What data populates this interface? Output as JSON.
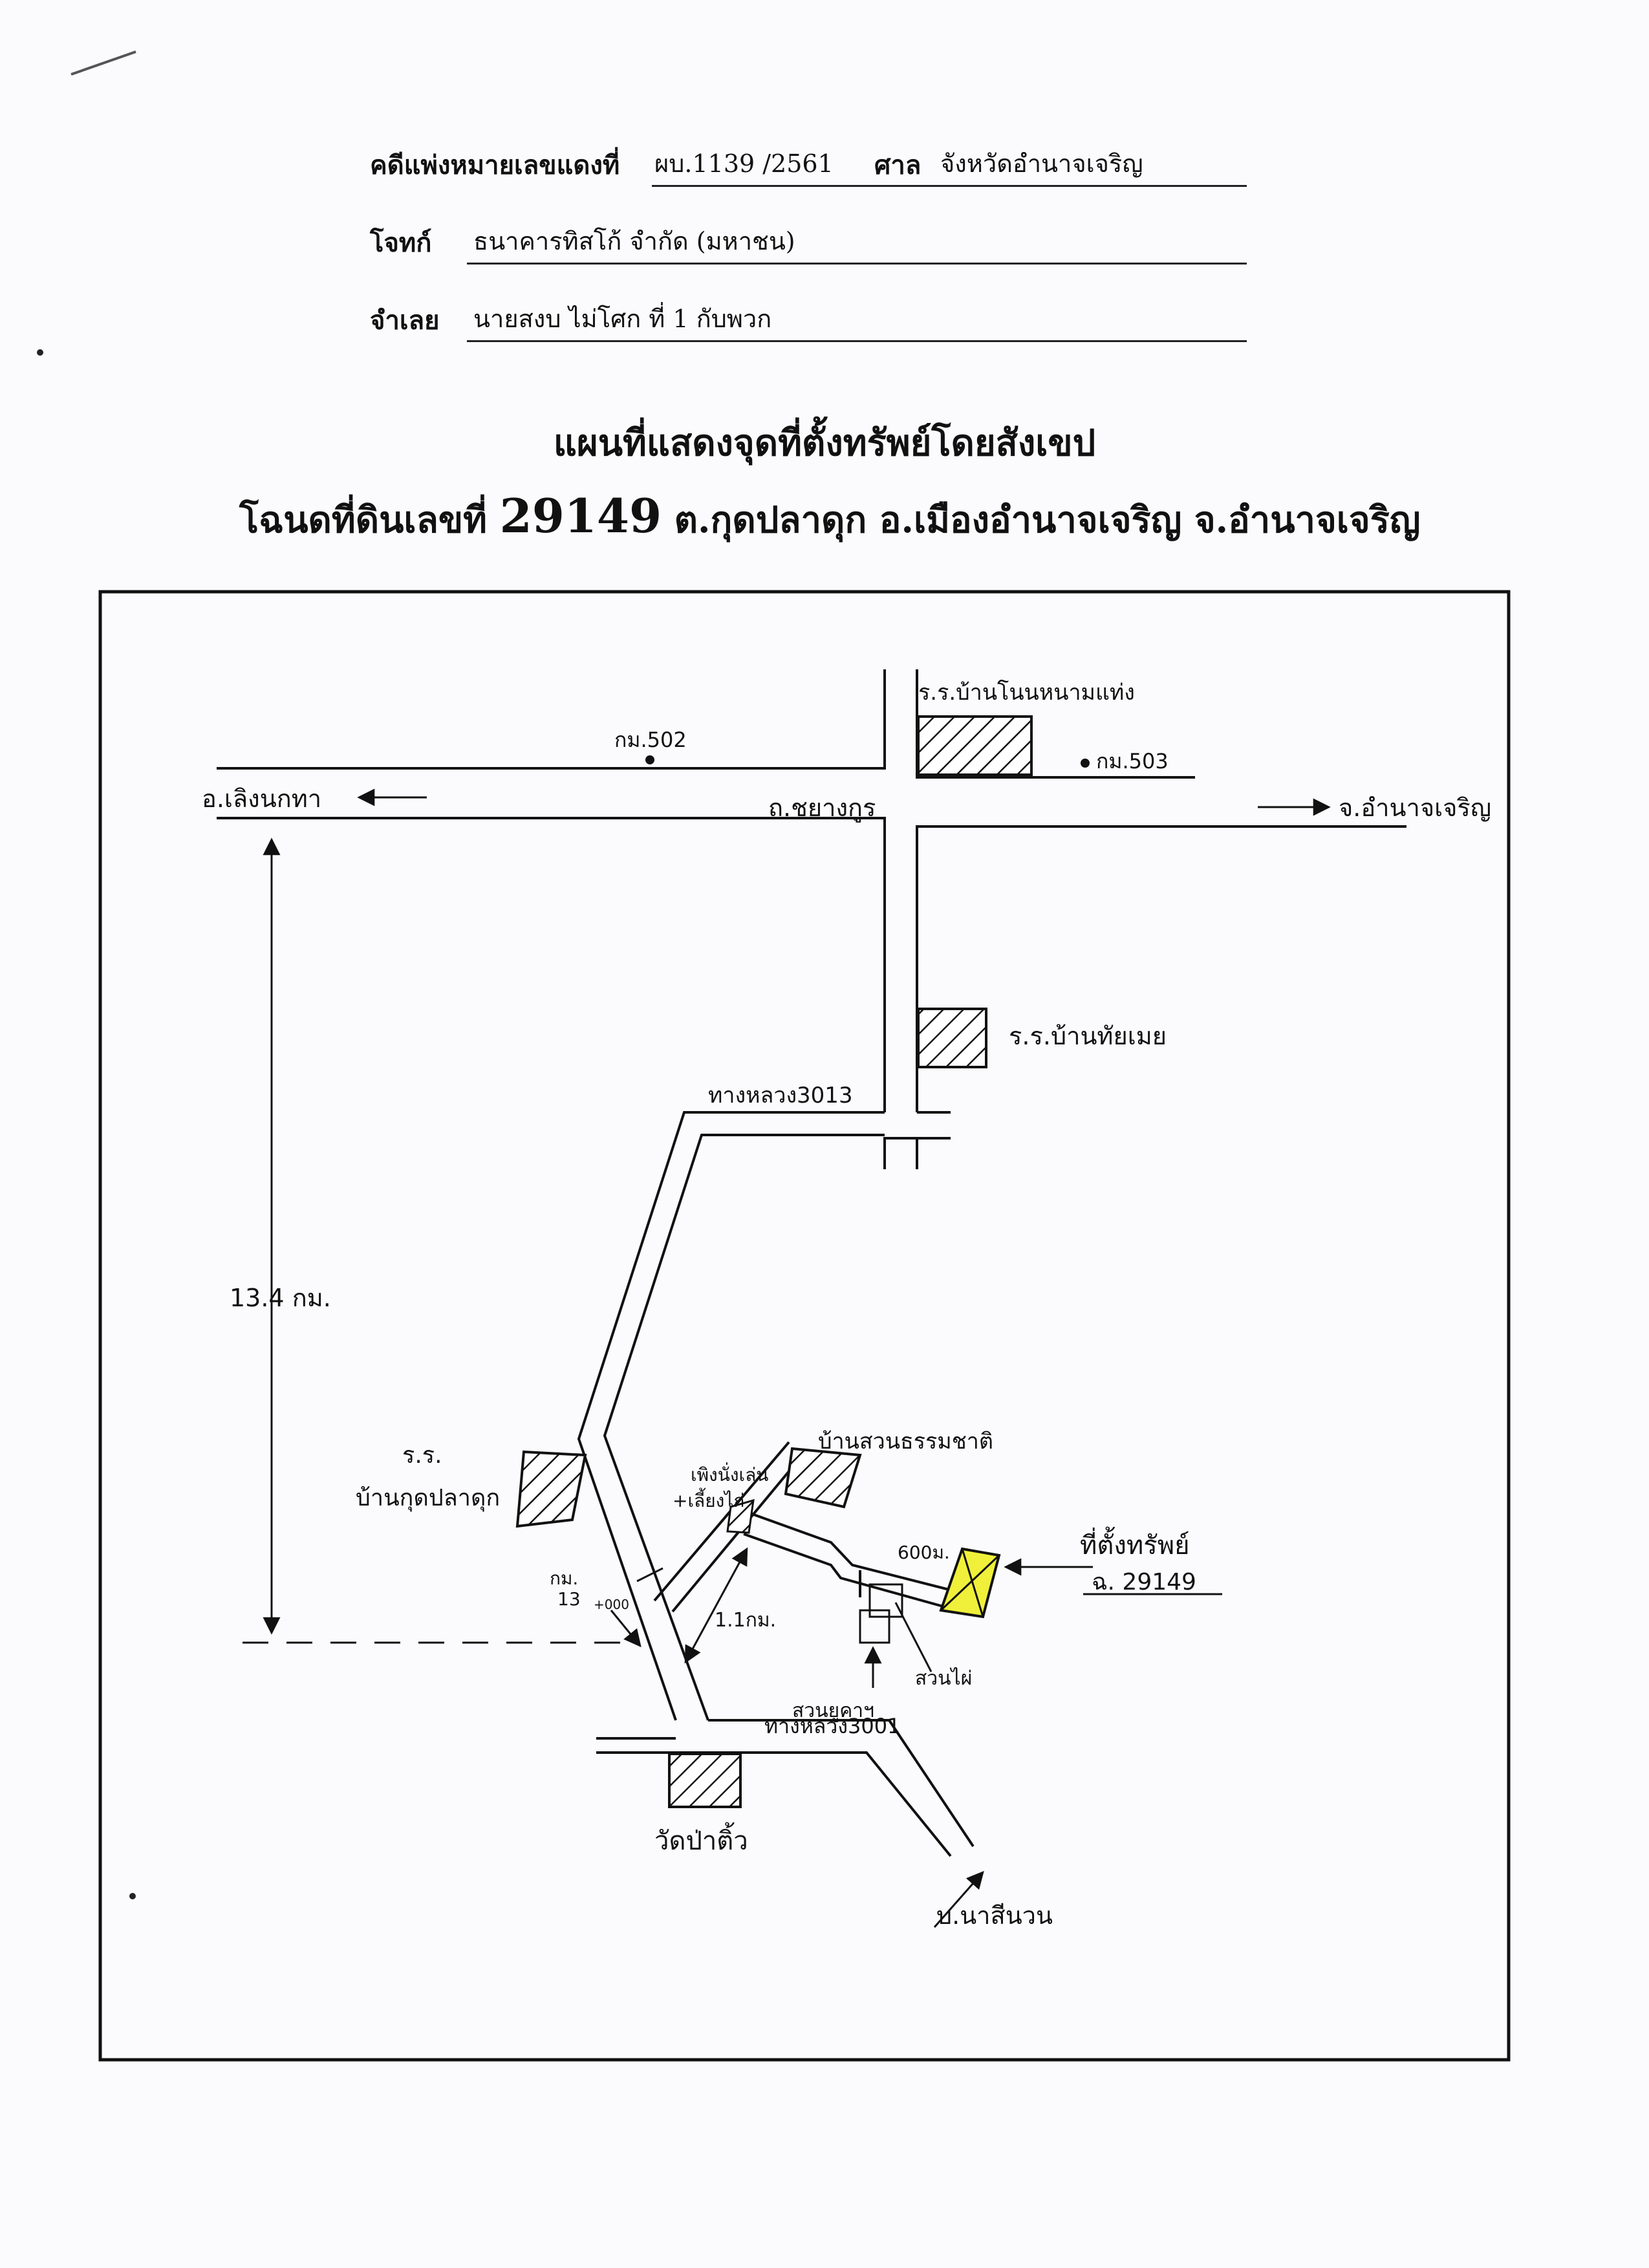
{
  "header": {
    "case_label": "คดีแพ่งหมายเลขแดงที่",
    "case_number": "ผบ.1139 /2561",
    "court_label": "ศาล",
    "court_value": "จังหวัดอำนาจเจริญ",
    "plaintiff_label": "โจทก์",
    "plaintiff_value": "ธนาคารทิสโก้ จำกัด (มหาชน)",
    "defendant_label": "จำเลย",
    "defendant_value": "นายสงบ  ไม่โศก ที่ 1 กับพวก"
  },
  "title": {
    "line1": "แผนที่แสดงจุดที่ตั้งทรัพย์โดยสังเขป",
    "line2_prefix": "โฉนดที่ดินเลขที่",
    "deed_number": "29149",
    "line2_suffix": "ต.กุดปลาดุก อ.เมืองอำนาจเจริญ จ.อำนาจเจริญ"
  },
  "map": {
    "school_top": "ร.ร.บ้านโนนหนามแท่ง",
    "km502": "กม.502",
    "km503": "กม.503",
    "left_dest": "อ.เลิงนกทา",
    "right_dest": "จ.อำนาจเจริญ",
    "main_road": "ถ.ชยางกูร",
    "school_mid": "ร.ร.บ้านทัยเมย",
    "highway_3013": "ทางหลวง3013",
    "distance_134": "13.4 กม.",
    "school_left_line1": "ร.ร.",
    "school_left_line2": "บ้านกุดปลาดุก",
    "village_park": "บ้านสวนธรรมชาติ",
    "shop_line1": "เพิงนั่งเล่น",
    "shop_line2": "+เลี้ยงไก่",
    "km13_line1": "กม.",
    "km13_line2": "13",
    "km13_line3": "+000",
    "distance_11": "1.1กม.",
    "distance_600": "600ม.",
    "property_line1": "ที่ตั้งทรัพย์",
    "property_line2": "ฉ. 29149",
    "eucalyptus": "สวนยูคาฯ",
    "bamboo": "สวนไผ่",
    "highway_3001": "ทางหลวง3001",
    "temple": "วัดป่าติ้ว",
    "village_bottom": "บ.นาสีนวน",
    "property_highlight": "#f0f03a",
    "ink": "#111111"
  }
}
